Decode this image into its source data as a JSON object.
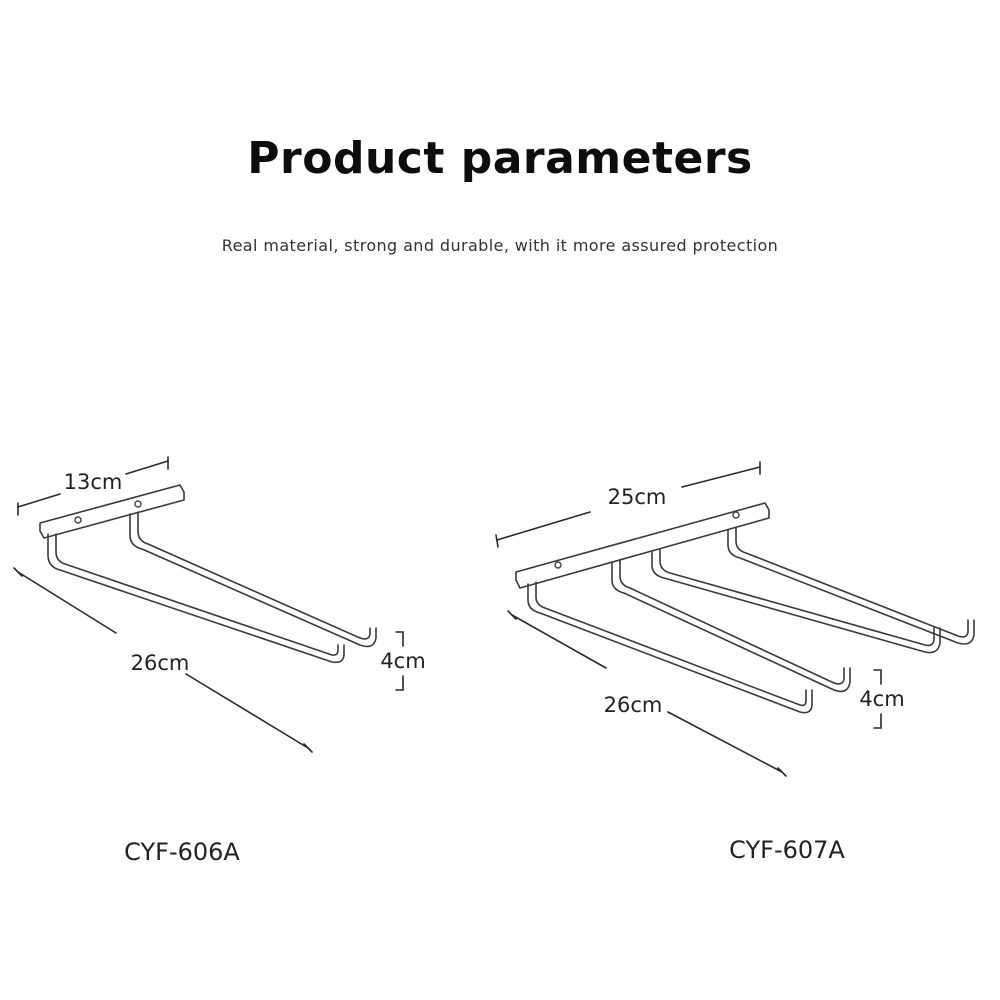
{
  "header": {
    "title": "Product parameters",
    "subtitle": "Real material, strong and durable, with it more assured protection"
  },
  "products": [
    {
      "model": "CYF-606A",
      "width_label": "13cm",
      "length_label": "26cm",
      "height_label": "4cm"
    },
    {
      "model": "CYF-607A",
      "width_label": "25cm",
      "length_label": "26cm",
      "height_label": "4cm"
    }
  ]
}
